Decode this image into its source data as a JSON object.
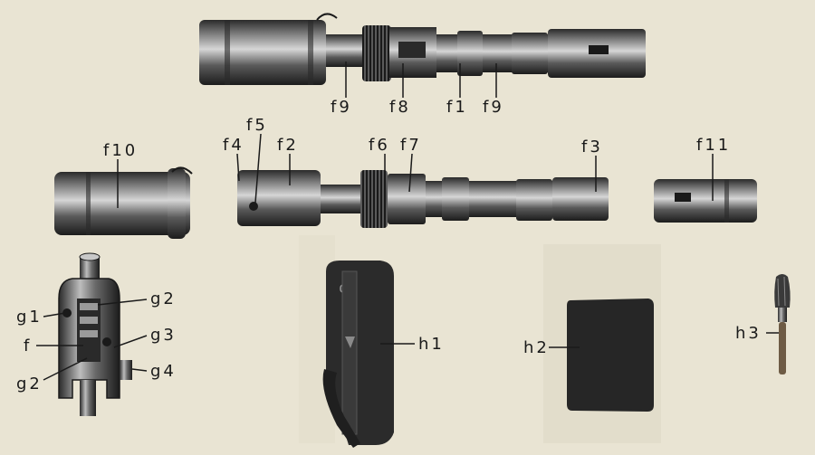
{
  "labels": {
    "f9_left": "f9",
    "f8": "f8",
    "f1": "f1",
    "f9_right": "f9",
    "f10": "f10",
    "f4": "f4",
    "f5": "f5",
    "f2": "f2",
    "f6": "f6",
    "f7": "f7",
    "f3": "f3",
    "f11": "f11",
    "g1": "g1",
    "g2_top": "g2",
    "f": "f",
    "g3": "g3",
    "g2_bottom": "g2",
    "g4": "g4",
    "h1": "h1",
    "h2": "h2",
    "h3": "h3"
  },
  "colors": {
    "paper": "#e9e4d3",
    "ink": "#1a1a1a",
    "metal_dark": "#3a3a3a",
    "metal_mid": "#6e6e6e",
    "metal_light": "#c8c8c8",
    "pouch": "#2b2b2b",
    "cloth": "#262626"
  }
}
